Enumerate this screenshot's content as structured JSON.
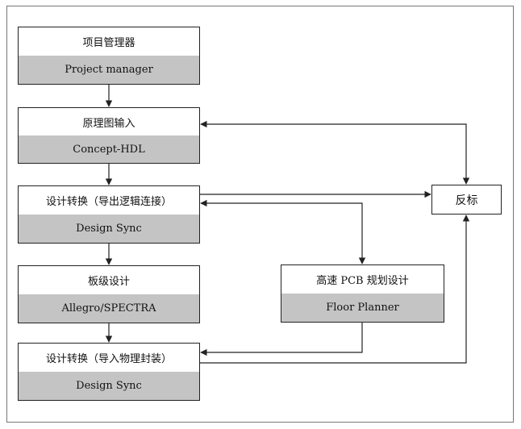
{
  "boxes": {
    "project": {
      "top": "项目管理器",
      "bottom": "Project manager"
    },
    "schematic": {
      "top": "原理图输入",
      "bottom": "Concept-HDL"
    },
    "export_sync": {
      "top": "设计转换（导出逻辑连接）",
      "bottom": "Design Sync"
    },
    "board": {
      "top": "板级设计",
      "bottom": "Allegro/SPECTRA"
    },
    "import_sync": {
      "top": "设计转换（导入物理封装）",
      "bottom": "Design Sync"
    },
    "highspeed": {
      "top": "高速 PCB 规划设计",
      "bottom": "Floor Planner"
    },
    "back_annotate": {
      "label": "反标"
    }
  }
}
